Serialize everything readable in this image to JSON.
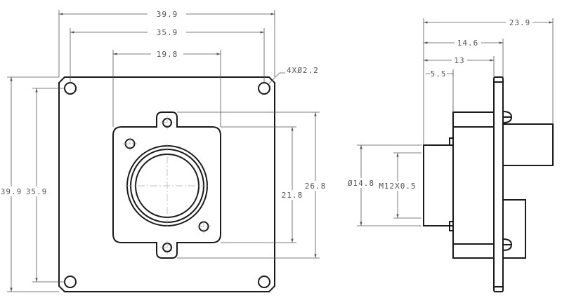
{
  "front_view": {
    "dims": {
      "overall_width": "39.9",
      "hole_spacing_width": "35.9",
      "flange_width": "19.8",
      "overall_height": "39.9",
      "hole_spacing_height": "35.9",
      "flange_height": "21.8",
      "ear_height": "26.8",
      "hole_callout": "4XØ2.2"
    }
  },
  "side_view": {
    "dims": {
      "total_depth": "23.9",
      "to_plate_back": "14.6",
      "to_plate_front": "13",
      "lens_length": "5.5",
      "lens_diameter": "Ø14.8",
      "thread": "M12X0.5"
    }
  }
}
